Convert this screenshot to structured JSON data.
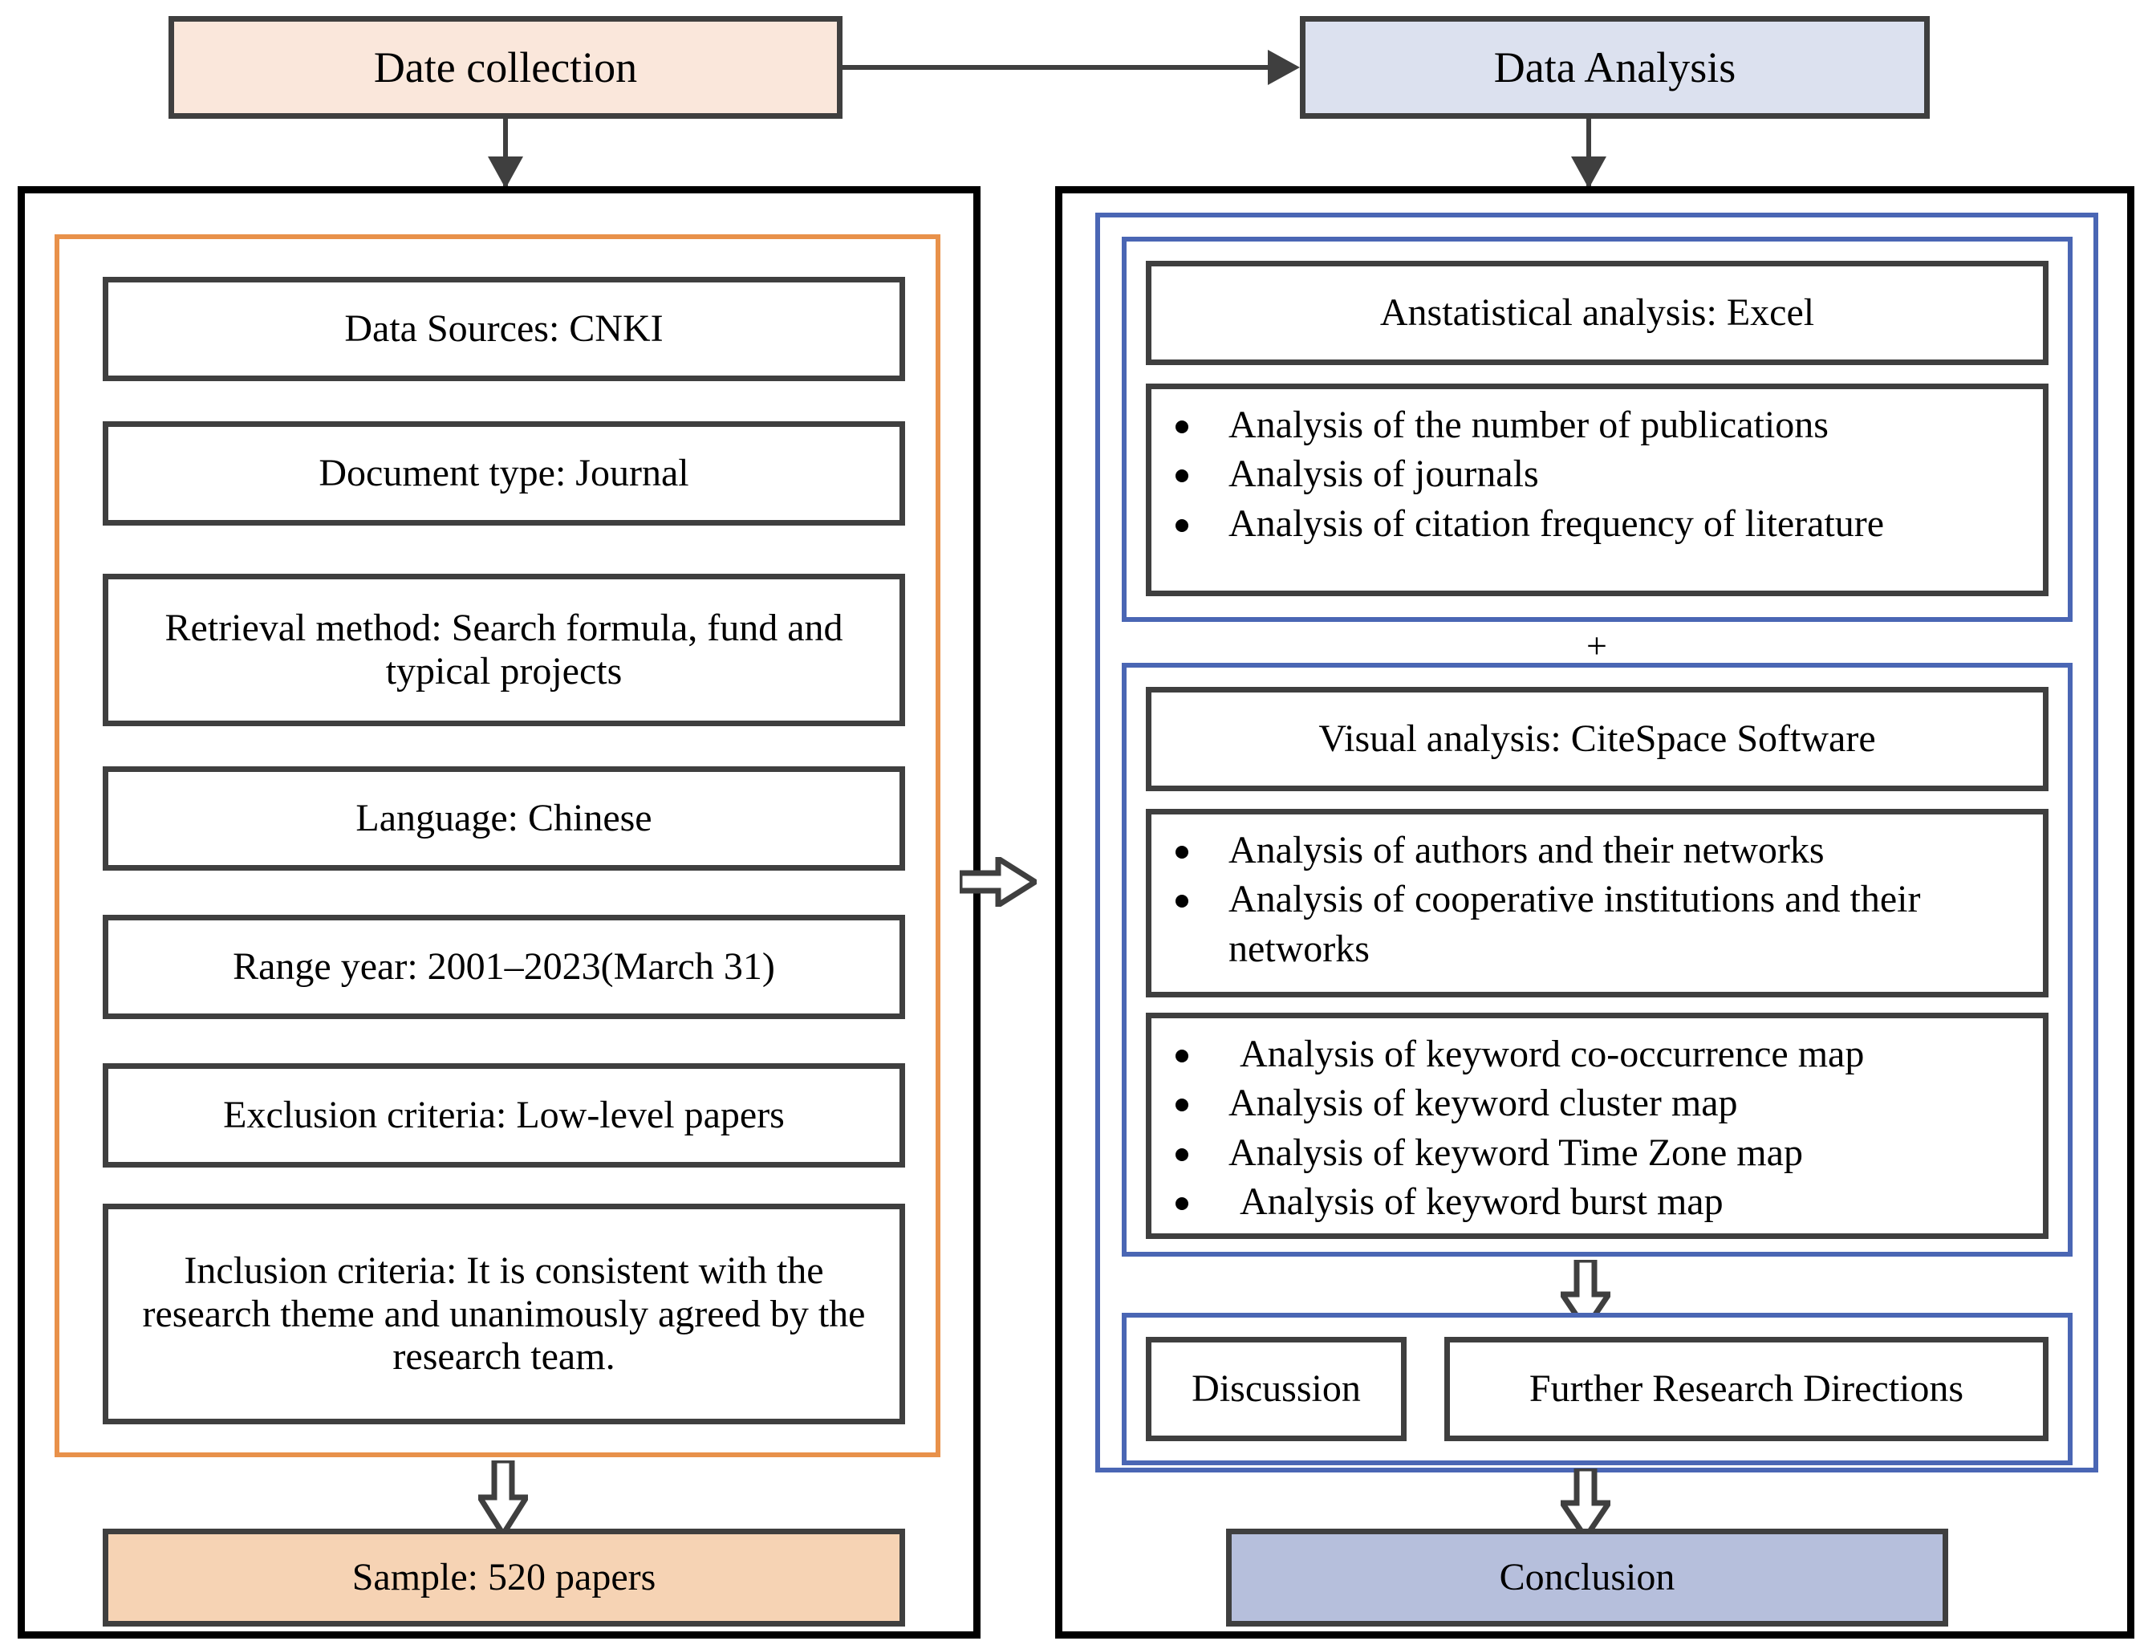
{
  "flow": {
    "top_left_box": "Date collection",
    "top_right_box": "Data Analysis"
  },
  "left_panel": {
    "items": [
      "Data Sources: CNKI",
      "Document type: Journal",
      "Retrieval method: Search formula, fund and typical projects",
      "Language: Chinese",
      "Range year: 2001–2023(March 31)",
      "Exclusion criteria: Low-level papers",
      "Inclusion criteria: It is consistent with the research theme and unanimously agreed by the research team."
    ],
    "result_box": "Sample: 520 papers"
  },
  "right_panel": {
    "statistical": {
      "title": "Anstatistical analysis: Excel",
      "bullets": [
        "Analysis of the number of publications",
        "Analysis of journals",
        "Analysis of citation frequency of literature"
      ]
    },
    "operator": "+",
    "visual": {
      "title": "Visual analysis: CiteSpace Software",
      "bullets_a": [
        "Analysis of authors and their networks",
        "Analysis of cooperative institutions and their networks"
      ],
      "bullets_b": [
        " Analysis of keyword co-occurrence map",
        "Analysis of keyword cluster map",
        "Analysis of keyword Time Zone map",
        " Analysis of keyword burst map"
      ]
    },
    "outcome": {
      "discussion": "Discussion",
      "further": "Further Research Directions"
    },
    "conclusion": "Conclusion"
  },
  "colors": {
    "peach_light": "#FAE7DB",
    "peach": "#F6D3B4",
    "blue_light": "#DCE1EF",
    "blue": "#B6BFDC",
    "orange_border": "#E8914A",
    "blue_border": "#4A66B4",
    "box_border": "#3f3f3f",
    "panel_border": "#000000"
  }
}
